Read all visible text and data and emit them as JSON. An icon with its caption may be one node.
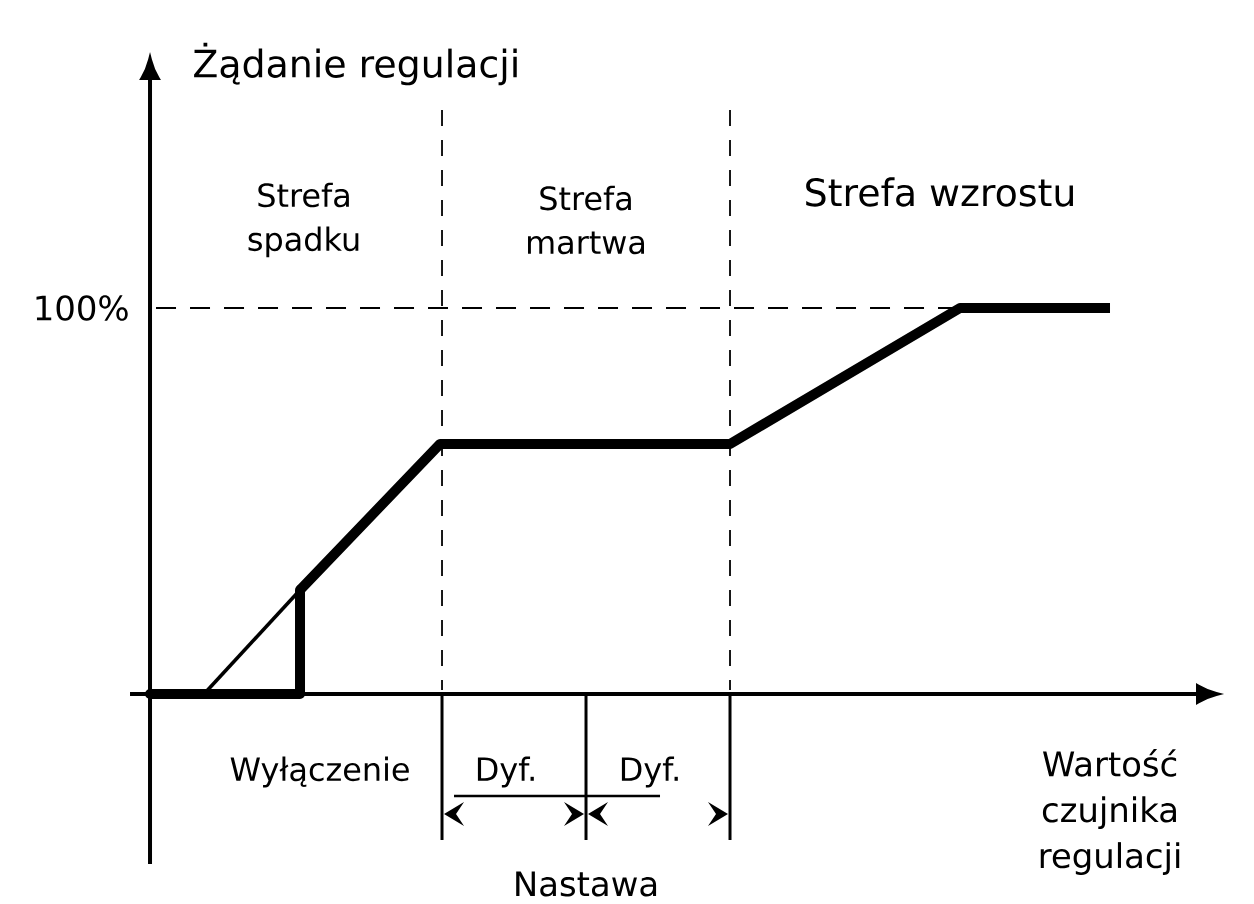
{
  "diagram": {
    "labels": [
      "Żądanie regulacji",
      "Strefa spadku",
      "Strefa martwa",
      "Strefa wzrostu",
      "100%",
      "Wyłączenie",
      "Dyf.",
      "Dyf.",
      "Wartość czujnika regulacji",
      "Nastawa"
    ]
  }
}
